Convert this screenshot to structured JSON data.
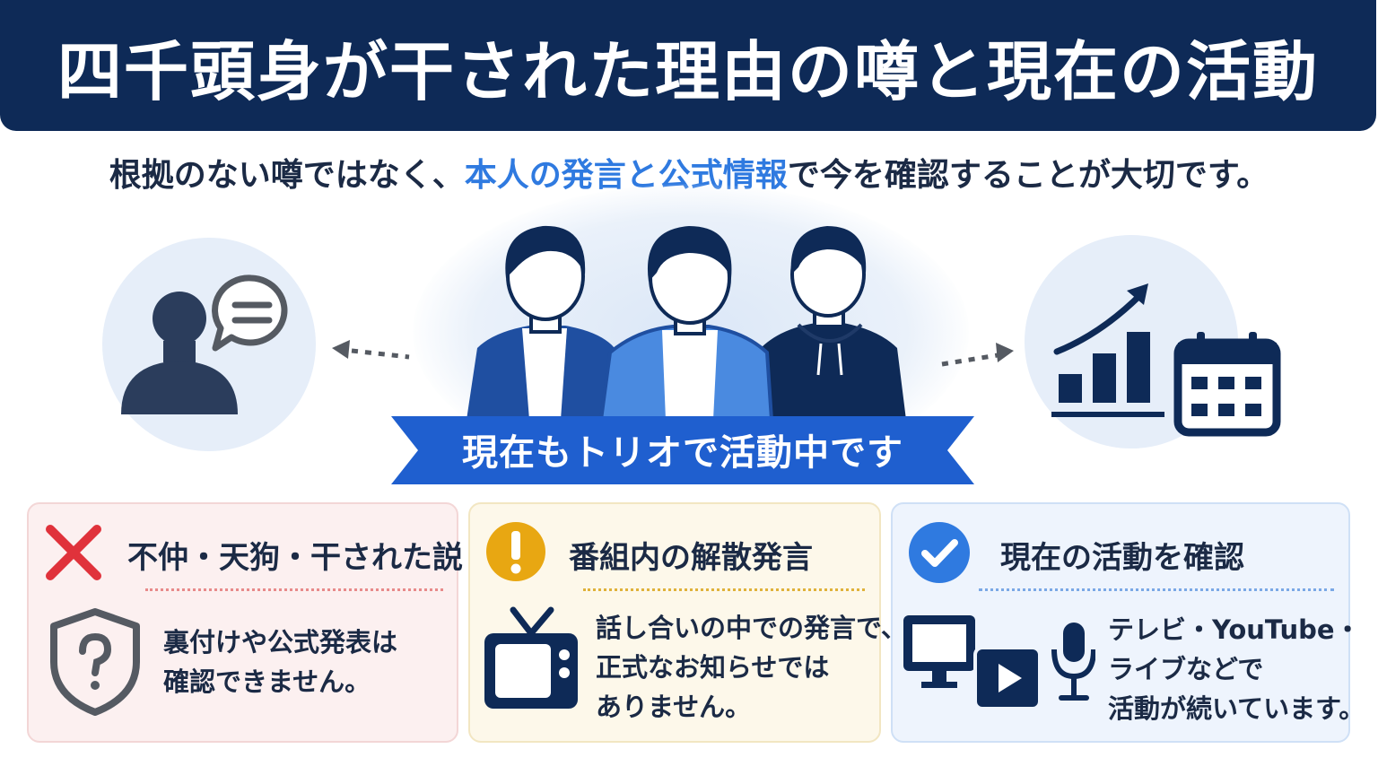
{
  "title": "四千頭身が干された理由の噂と現在の活動",
  "subtitle": {
    "part1": "根拠のない噂ではなく、",
    "highlight": "本人の発言と公式情報",
    "part2": "で今を確認することが大切です。"
  },
  "banner": {
    "label": "現在もトリオで活動中です"
  },
  "cards": [
    {
      "heading": "不仲・天狗・干された説",
      "lines": [
        "裏付けや公式発表は",
        "確認できません。"
      ],
      "icon": "cross-icon",
      "body_icon": "shield-question-icon"
    },
    {
      "heading": "番組内の解散発言",
      "lines": [
        "話し合いの中での発言で、",
        "正式なお知らせでは",
        "ありません。"
      ],
      "icon": "exclamation-icon",
      "body_icon": "tv-icon"
    },
    {
      "heading": "現在の活動を確認",
      "lines": [
        "テレビ・YouTube・",
        "ライブなどで",
        "活動が続いています。"
      ],
      "icon": "check-icon",
      "body_icon": "media-icons"
    }
  ],
  "colors": {
    "navy": "#0e2a57",
    "accent_blue": "#2f7ae0",
    "card_red": "#fcf0f0",
    "card_yellow": "#fdf8ea",
    "card_blue": "#eef4fd"
  }
}
